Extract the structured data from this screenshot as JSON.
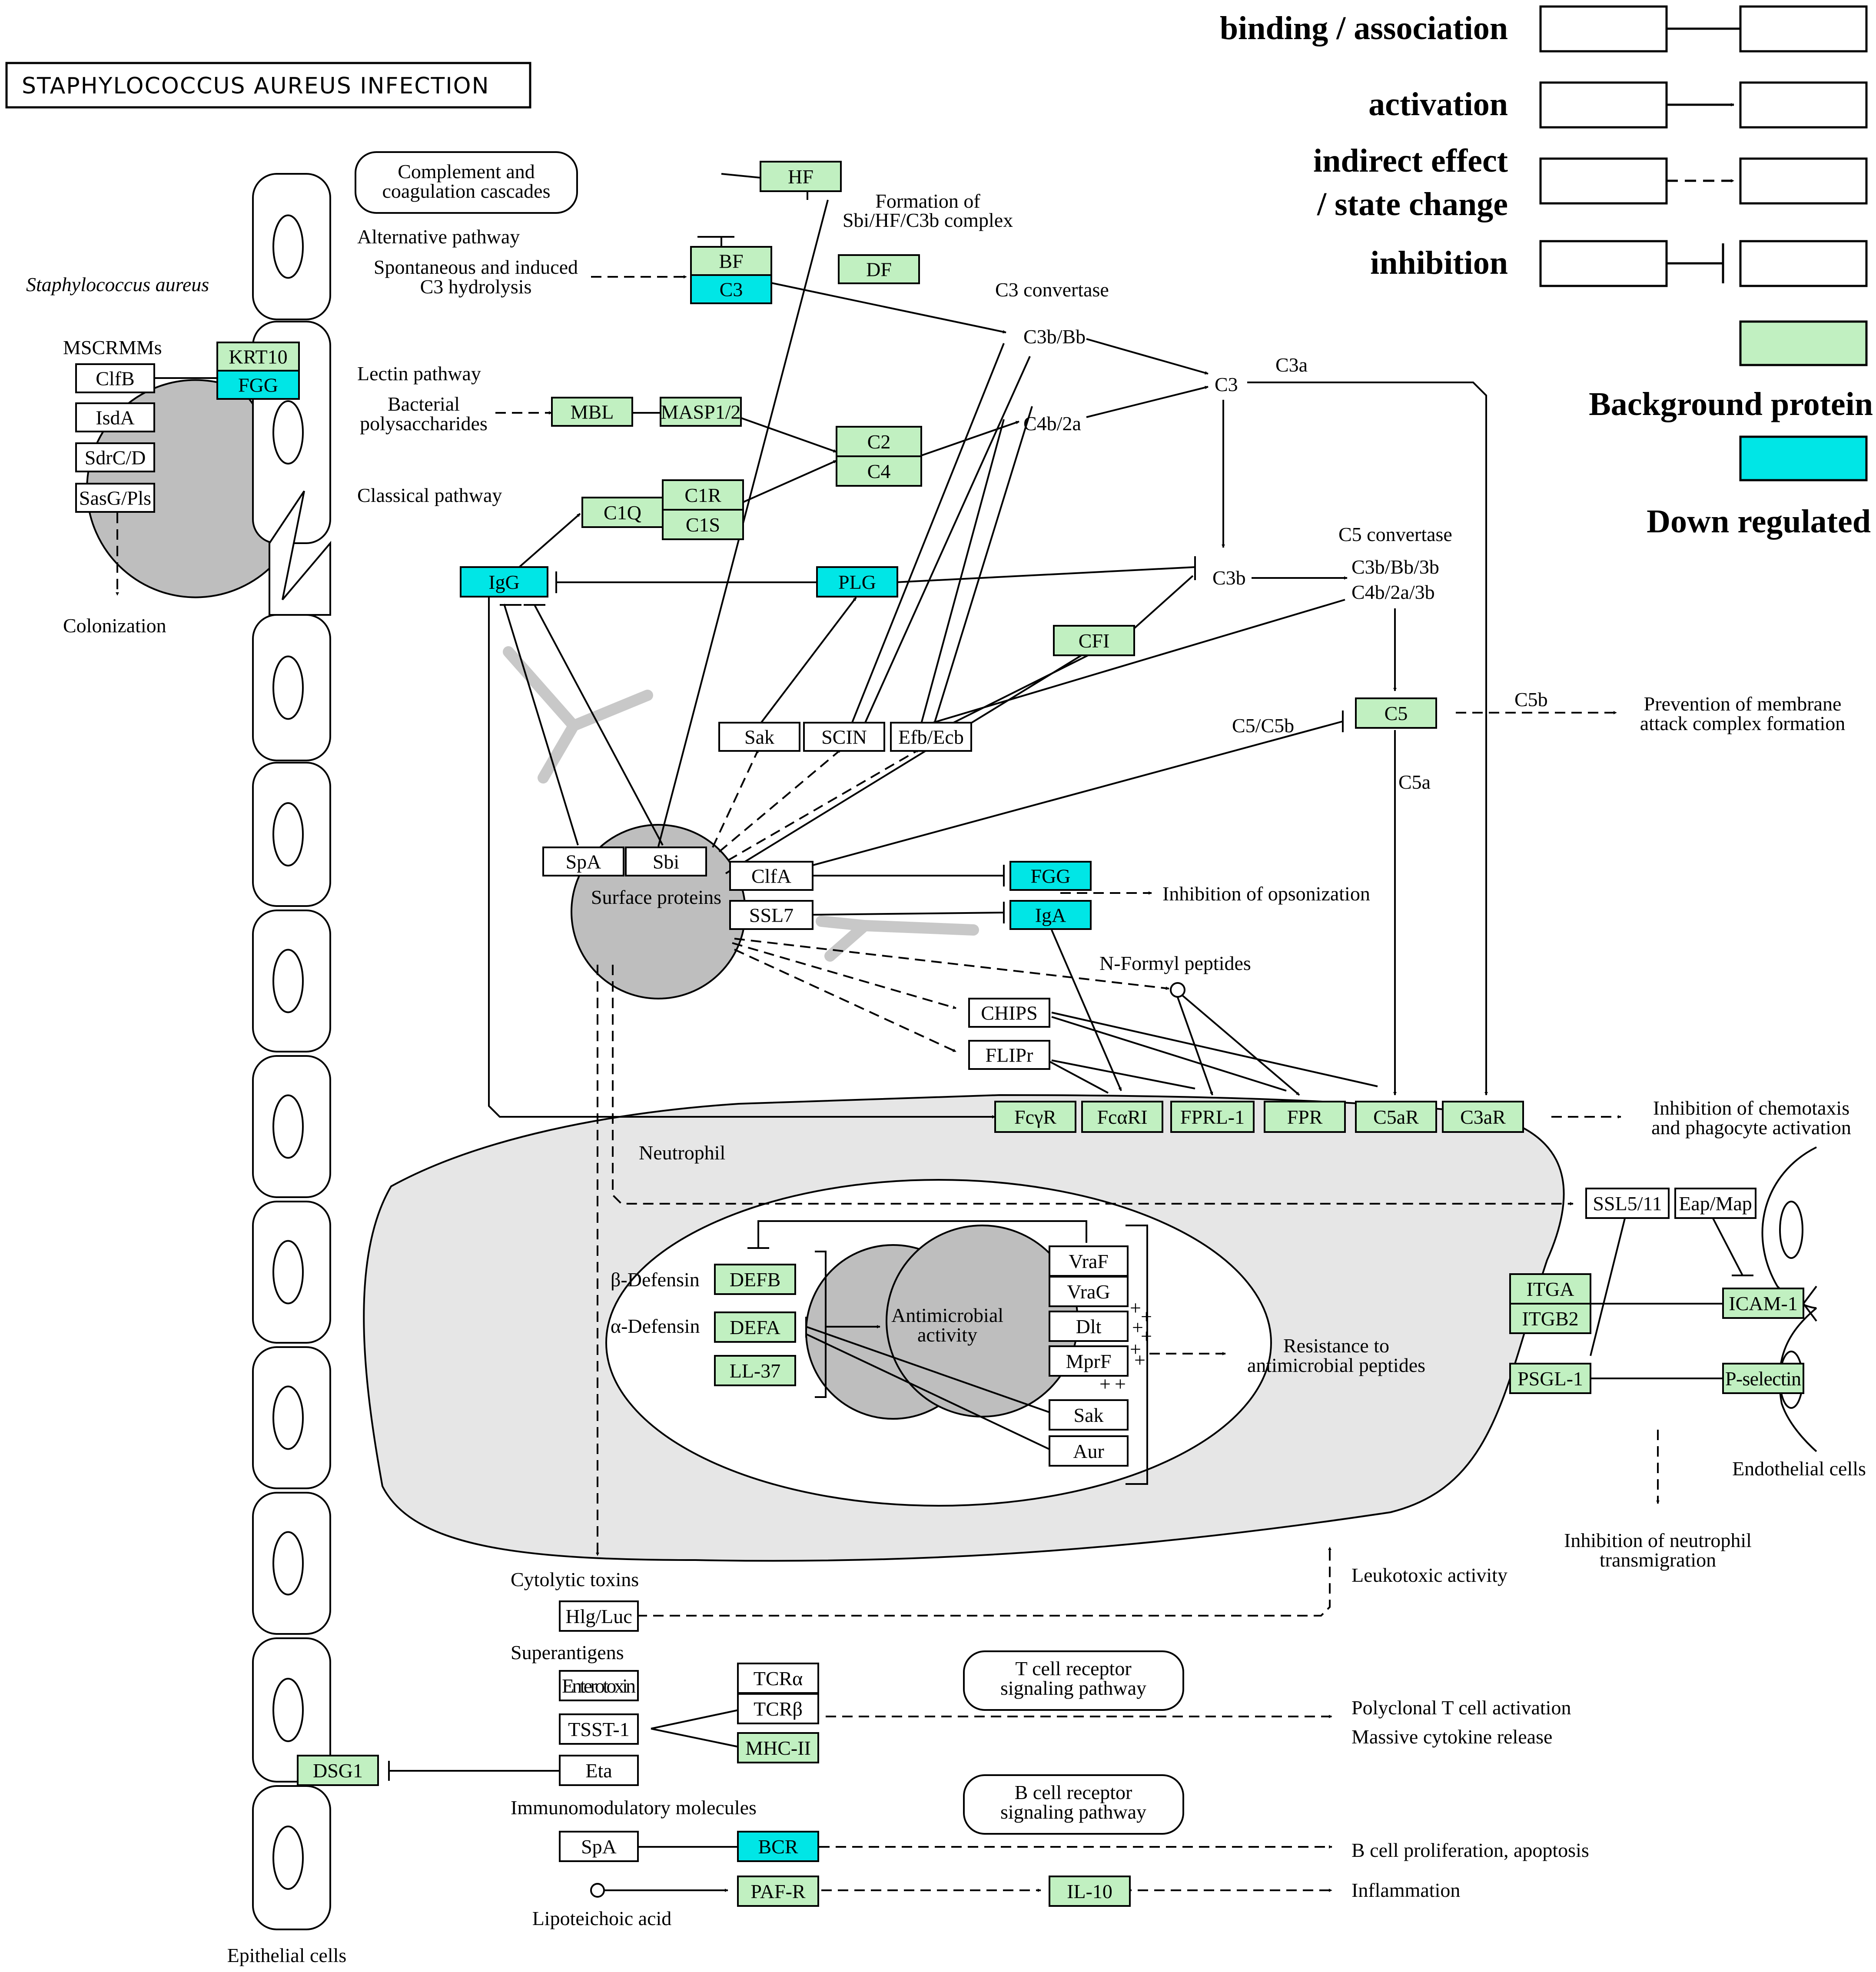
{
  "title": "STAPHYLOCOCCUS AUREUS INFECTION",
  "colors": {
    "background_protein": "#c1f0c1",
    "down_regulated": "#00e6e6",
    "no_data": "#ffffff",
    "surface_blob": "#bebebe",
    "cell_shade": "#e6e6e6"
  },
  "legend": {
    "binding": "binding / association",
    "activation": "activation",
    "indirect_1": "indirect effect",
    "indirect_2": "/ state change",
    "inhibition": "inhibition",
    "background": "Background protein",
    "down": "Down regulated"
  },
  "nodes": [
    {
      "id": "HF",
      "label": "HF",
      "status": "background"
    },
    {
      "id": "BF",
      "label": "BF",
      "status": "background"
    },
    {
      "id": "C3a_node",
      "label": "C3",
      "status": "down"
    },
    {
      "id": "DF",
      "label": "DF",
      "status": "background"
    },
    {
      "id": "KRT10",
      "label": "KRT10",
      "status": "background"
    },
    {
      "id": "FGG_top",
      "label": "FGG",
      "status": "down"
    },
    {
      "id": "ClfB",
      "label": "ClfB",
      "status": "none"
    },
    {
      "id": "IsdA",
      "label": "IsdA",
      "status": "none"
    },
    {
      "id": "SdrCD",
      "label": "SdrC/D",
      "status": "none"
    },
    {
      "id": "SasG",
      "label": "SasG/Pls",
      "status": "none"
    },
    {
      "id": "MBL",
      "label": "MBL",
      "status": "background"
    },
    {
      "id": "MASP",
      "label": "MASP1/2",
      "status": "background"
    },
    {
      "id": "C2",
      "label": "C2",
      "status": "background"
    },
    {
      "id": "C4",
      "label": "C4",
      "status": "background"
    },
    {
      "id": "C1R",
      "label": "C1R",
      "status": "background"
    },
    {
      "id": "C1S",
      "label": "C1S",
      "status": "background"
    },
    {
      "id": "C1Q",
      "label": "C1Q",
      "status": "background"
    },
    {
      "id": "IgG",
      "label": "IgG",
      "status": "down"
    },
    {
      "id": "PLG",
      "label": "PLG",
      "status": "down"
    },
    {
      "id": "CFI",
      "label": "CFI",
      "status": "background"
    },
    {
      "id": "C5",
      "label": "C5",
      "status": "background"
    },
    {
      "id": "Sak",
      "label": "Sak",
      "status": "none"
    },
    {
      "id": "SCIN",
      "label": "SCIN",
      "status": "none"
    },
    {
      "id": "Efb",
      "label": "Efb/Ecb",
      "status": "none"
    },
    {
      "id": "SpA",
      "label": "SpA",
      "status": "none"
    },
    {
      "id": "Sbi",
      "label": "Sbi",
      "status": "none"
    },
    {
      "id": "ClfA",
      "label": "ClfA",
      "status": "none"
    },
    {
      "id": "SSL7",
      "label": "SSL7",
      "status": "none"
    },
    {
      "id": "FGG_mid",
      "label": "FGG",
      "status": "down"
    },
    {
      "id": "IgA",
      "label": "IgA",
      "status": "down"
    },
    {
      "id": "CHIPS",
      "label": "CHIPS",
      "status": "none"
    },
    {
      "id": "FLIPr",
      "label": "FLIPr",
      "status": "none"
    },
    {
      "id": "FcyR",
      "label": "FcγR",
      "status": "background"
    },
    {
      "id": "FcaRI",
      "label": "FcαRI",
      "status": "background"
    },
    {
      "id": "FPRL1",
      "label": "FPRL-1",
      "status": "background"
    },
    {
      "id": "FPR",
      "label": "FPR",
      "status": "background"
    },
    {
      "id": "C5aR",
      "label": "C5aR",
      "status": "background"
    },
    {
      "id": "C3aR",
      "label": "C3aR",
      "status": "background"
    },
    {
      "id": "SSL511",
      "label": "SSL5/11",
      "status": "none"
    },
    {
      "id": "EapMap",
      "label": "Eap/Map",
      "status": "none"
    },
    {
      "id": "ITGA",
      "label": "ITGA",
      "status": "background"
    },
    {
      "id": "ITGB2",
      "label": "ITGB2",
      "status": "background"
    },
    {
      "id": "ICAM1",
      "label": "ICAM-1",
      "status": "background"
    },
    {
      "id": "PSGL1",
      "label": "PSGL-1",
      "status": "background"
    },
    {
      "id": "Pselectin",
      "label": "P-selectin",
      "status": "background"
    },
    {
      "id": "DEFB",
      "label": "DEFB",
      "status": "background"
    },
    {
      "id": "DEFA",
      "label": "DEFA",
      "status": "background"
    },
    {
      "id": "LL37",
      "label": "LL-37",
      "status": "background"
    },
    {
      "id": "VraF",
      "label": "VraF",
      "status": "none"
    },
    {
      "id": "VraG",
      "label": "VraG",
      "status": "none"
    },
    {
      "id": "Dlt",
      "label": "Dlt",
      "status": "none"
    },
    {
      "id": "MprF",
      "label": "MprF",
      "status": "none"
    },
    {
      "id": "Sak2",
      "label": "Sak",
      "status": "none"
    },
    {
      "id": "Aur",
      "label": "Aur",
      "status": "none"
    },
    {
      "id": "HlgLuc",
      "label": "Hlg/Luc",
      "status": "none"
    },
    {
      "id": "Enterotoxin",
      "label": "Enterotoxin",
      "status": "none"
    },
    {
      "id": "TSST1",
      "label": "TSST-1",
      "status": "none"
    },
    {
      "id": "Eta",
      "label": "Eta",
      "status": "none"
    },
    {
      "id": "TCRa",
      "label": "TCRα",
      "status": "none"
    },
    {
      "id": "TCRb",
      "label": "TCRβ",
      "status": "none"
    },
    {
      "id": "MHCII",
      "label": "MHC-II",
      "status": "background"
    },
    {
      "id": "DSG1",
      "label": "DSG1",
      "status": "background"
    },
    {
      "id": "SpA2",
      "label": "SpA",
      "status": "none"
    },
    {
      "id": "BCR",
      "label": "BCR",
      "status": "down"
    },
    {
      "id": "PAFR",
      "label": "PAF-R",
      "status": "background"
    },
    {
      "id": "IL10",
      "label": "IL-10",
      "status": "background"
    }
  ],
  "labels": {
    "complement": "Complement and",
    "complement2": "coagulation cascades",
    "alt_pathway": "Alternative pathway",
    "spont1": "Spontaneous and induced",
    "spont2": "C3 hydrolysis",
    "lectin": "Lectin pathway",
    "bact1": "Bacterial",
    "bact2": "polysaccharides",
    "classical": "Classical pathway",
    "staph": "Staphylococcus aureus",
    "mscramms": "MSCRMMs",
    "colonization": "Colonization",
    "formation1": "Formation of",
    "formation2": "Sbi/HF/C3b complex",
    "c3conv": "C3 convertase",
    "c3bbb": "C3b/Bb",
    "c4b2a": "C4b/2a",
    "c3": "C3",
    "c3a": "C3a",
    "c3b": "C3b",
    "c5conv": "C5 convertase",
    "c3bbb3b": "C3b/Bb/3b",
    "c4b2a3b": "C4b/2a/3b",
    "c5c5b": "C5/C5b",
    "c5b": "C5b",
    "c5a": "C5a",
    "prevention1": "Prevention of membrane",
    "prevention2": "attack complex formation",
    "surface": "Surface proteins",
    "inh_ops": "Inhibition of opsonization",
    "nformyl": "N-Formyl peptides",
    "inh_chemo1": "Inhibition of chemotaxis",
    "inh_chemo2": "and phagocyte activation",
    "neutrophil": "Neutrophil",
    "bdef": "β-Defensin",
    "adef": "α-Defensin",
    "antimicrobial1": "Antimicrobial",
    "antimicrobial2": "activity",
    "resistance1": "Resistance to",
    "resistance2": "antimicrobial peptides",
    "endothelial": "Endothelial cells",
    "inh_neutro1": "Inhibition of neutrophil",
    "inh_neutro2": "transmigration",
    "cytolytic": "Cytolytic toxins",
    "leukotoxic": "Leukotoxic activity",
    "superantigens": "Superantigens",
    "tcell1": "T cell receptor",
    "tcell2": "signaling pathway",
    "polyclonal1": "Polyclonal T cell activation",
    "polyclonal2": "Massive cytokine release",
    "immunomod": "Immunomodulatory molecules",
    "bcell1": "B cell receptor",
    "bcell2": "signaling pathway",
    "bcellprolif": "B cell proliferation, apoptosis",
    "lipoteichoic": "Lipoteichoic acid",
    "inflammation": "Inflammation",
    "epithelial": "Epithelial cells",
    "plus": "+"
  }
}
